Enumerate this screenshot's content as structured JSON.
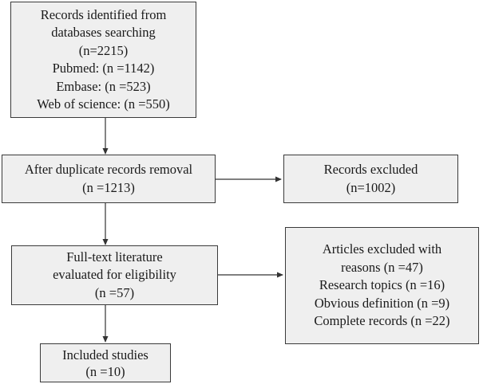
{
  "boxes": {
    "identified": {
      "lines": [
        "Records identified from",
        "databases searching",
        "(n=2215)",
        "Pubmed: (n =1142)",
        "Embase: (n =523)",
        "Web of science: (n =550)"
      ]
    },
    "dedup": {
      "lines": [
        "After duplicate records removal",
        "(n =1213)"
      ]
    },
    "excluded_records": {
      "lines": [
        "Records excluded",
        "(n=1002)"
      ]
    },
    "fulltext": {
      "lines": [
        "Full-text literature",
        "evaluated for eligibility",
        "(n =57)"
      ]
    },
    "excluded_articles": {
      "lines": [
        "Articles excluded with",
        "reasons (n =47)",
        "Research topics (n =16)",
        "Obvious definition (n =9)",
        "Complete records (n =22)"
      ]
    },
    "included": {
      "lines": [
        "Included studies",
        "(n =10)"
      ]
    }
  },
  "colors": {
    "box_fill": "#efefef",
    "box_border": "#3a3a3a",
    "arrow": "#333333",
    "text": "#1a1a1a"
  }
}
